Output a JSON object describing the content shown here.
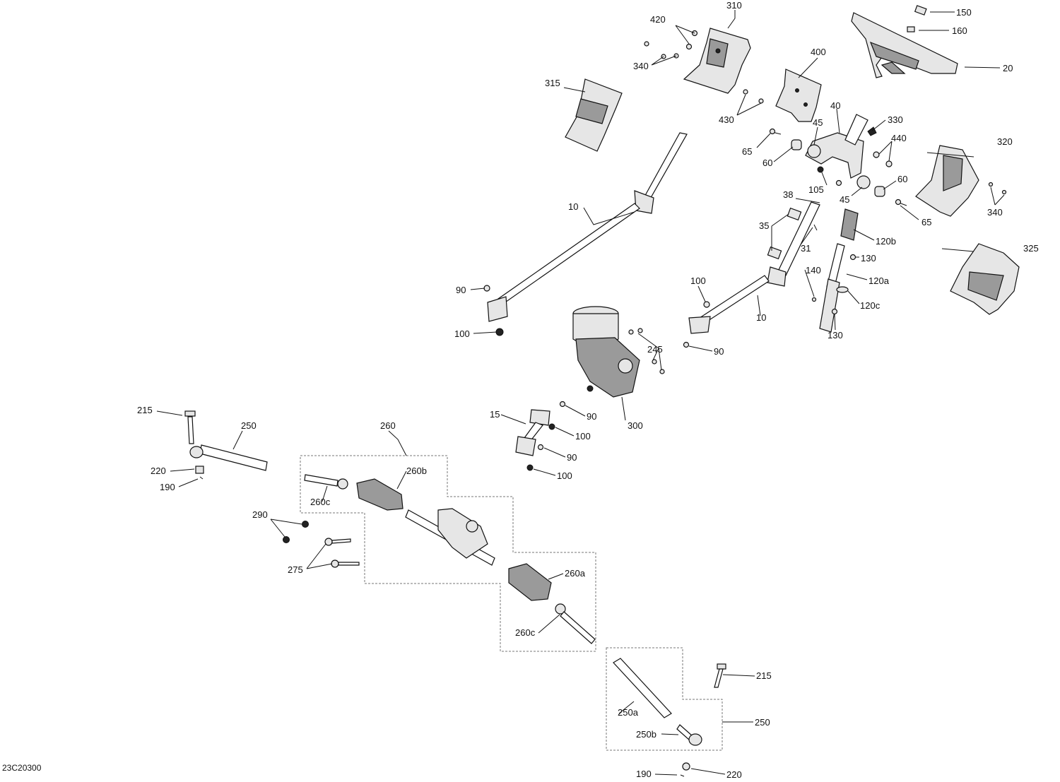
{
  "diagram_code": "23C20300",
  "labels": {
    "l150": "150",
    "l160": "160",
    "l20": "20",
    "l310": "310",
    "l420": "420",
    "l340a": "340",
    "l400": "400",
    "l430": "430",
    "l315": "315",
    "l40": "40",
    "l330": "330",
    "l440": "440",
    "l45a": "45",
    "l65a": "65",
    "l60a": "60",
    "l105": "105",
    "l45b": "45",
    "l320": "320",
    "l60b": "60",
    "l340b": "340",
    "l65b": "65",
    "l38": "38",
    "l35": "35",
    "l31": "31",
    "l120b": "120b",
    "l130a": "130",
    "l140": "140",
    "l120a": "120a",
    "l120c": "120c",
    "l130b": "130",
    "l325": "325",
    "l10a": "10",
    "l90a": "90",
    "l100a": "100",
    "l100b": "100",
    "l10b": "10",
    "l245": "245",
    "l90b": "90",
    "l300": "300",
    "l15": "15",
    "l90c": "90",
    "l100c": "100",
    "l90d": "90",
    "l100d": "100",
    "l215a": "215",
    "l250a": "250",
    "l220a": "220",
    "l190a": "190",
    "l260": "260",
    "l260b": "260b",
    "l260c_a": "260c",
    "l290": "290",
    "l275": "275",
    "l260a": "260a",
    "l260c_b": "260c",
    "l215b": "215",
    "l250a_sub": "250a",
    "l250b": "250",
    "l250b_sub": "250b",
    "l190b": "190",
    "l220b": "220"
  }
}
